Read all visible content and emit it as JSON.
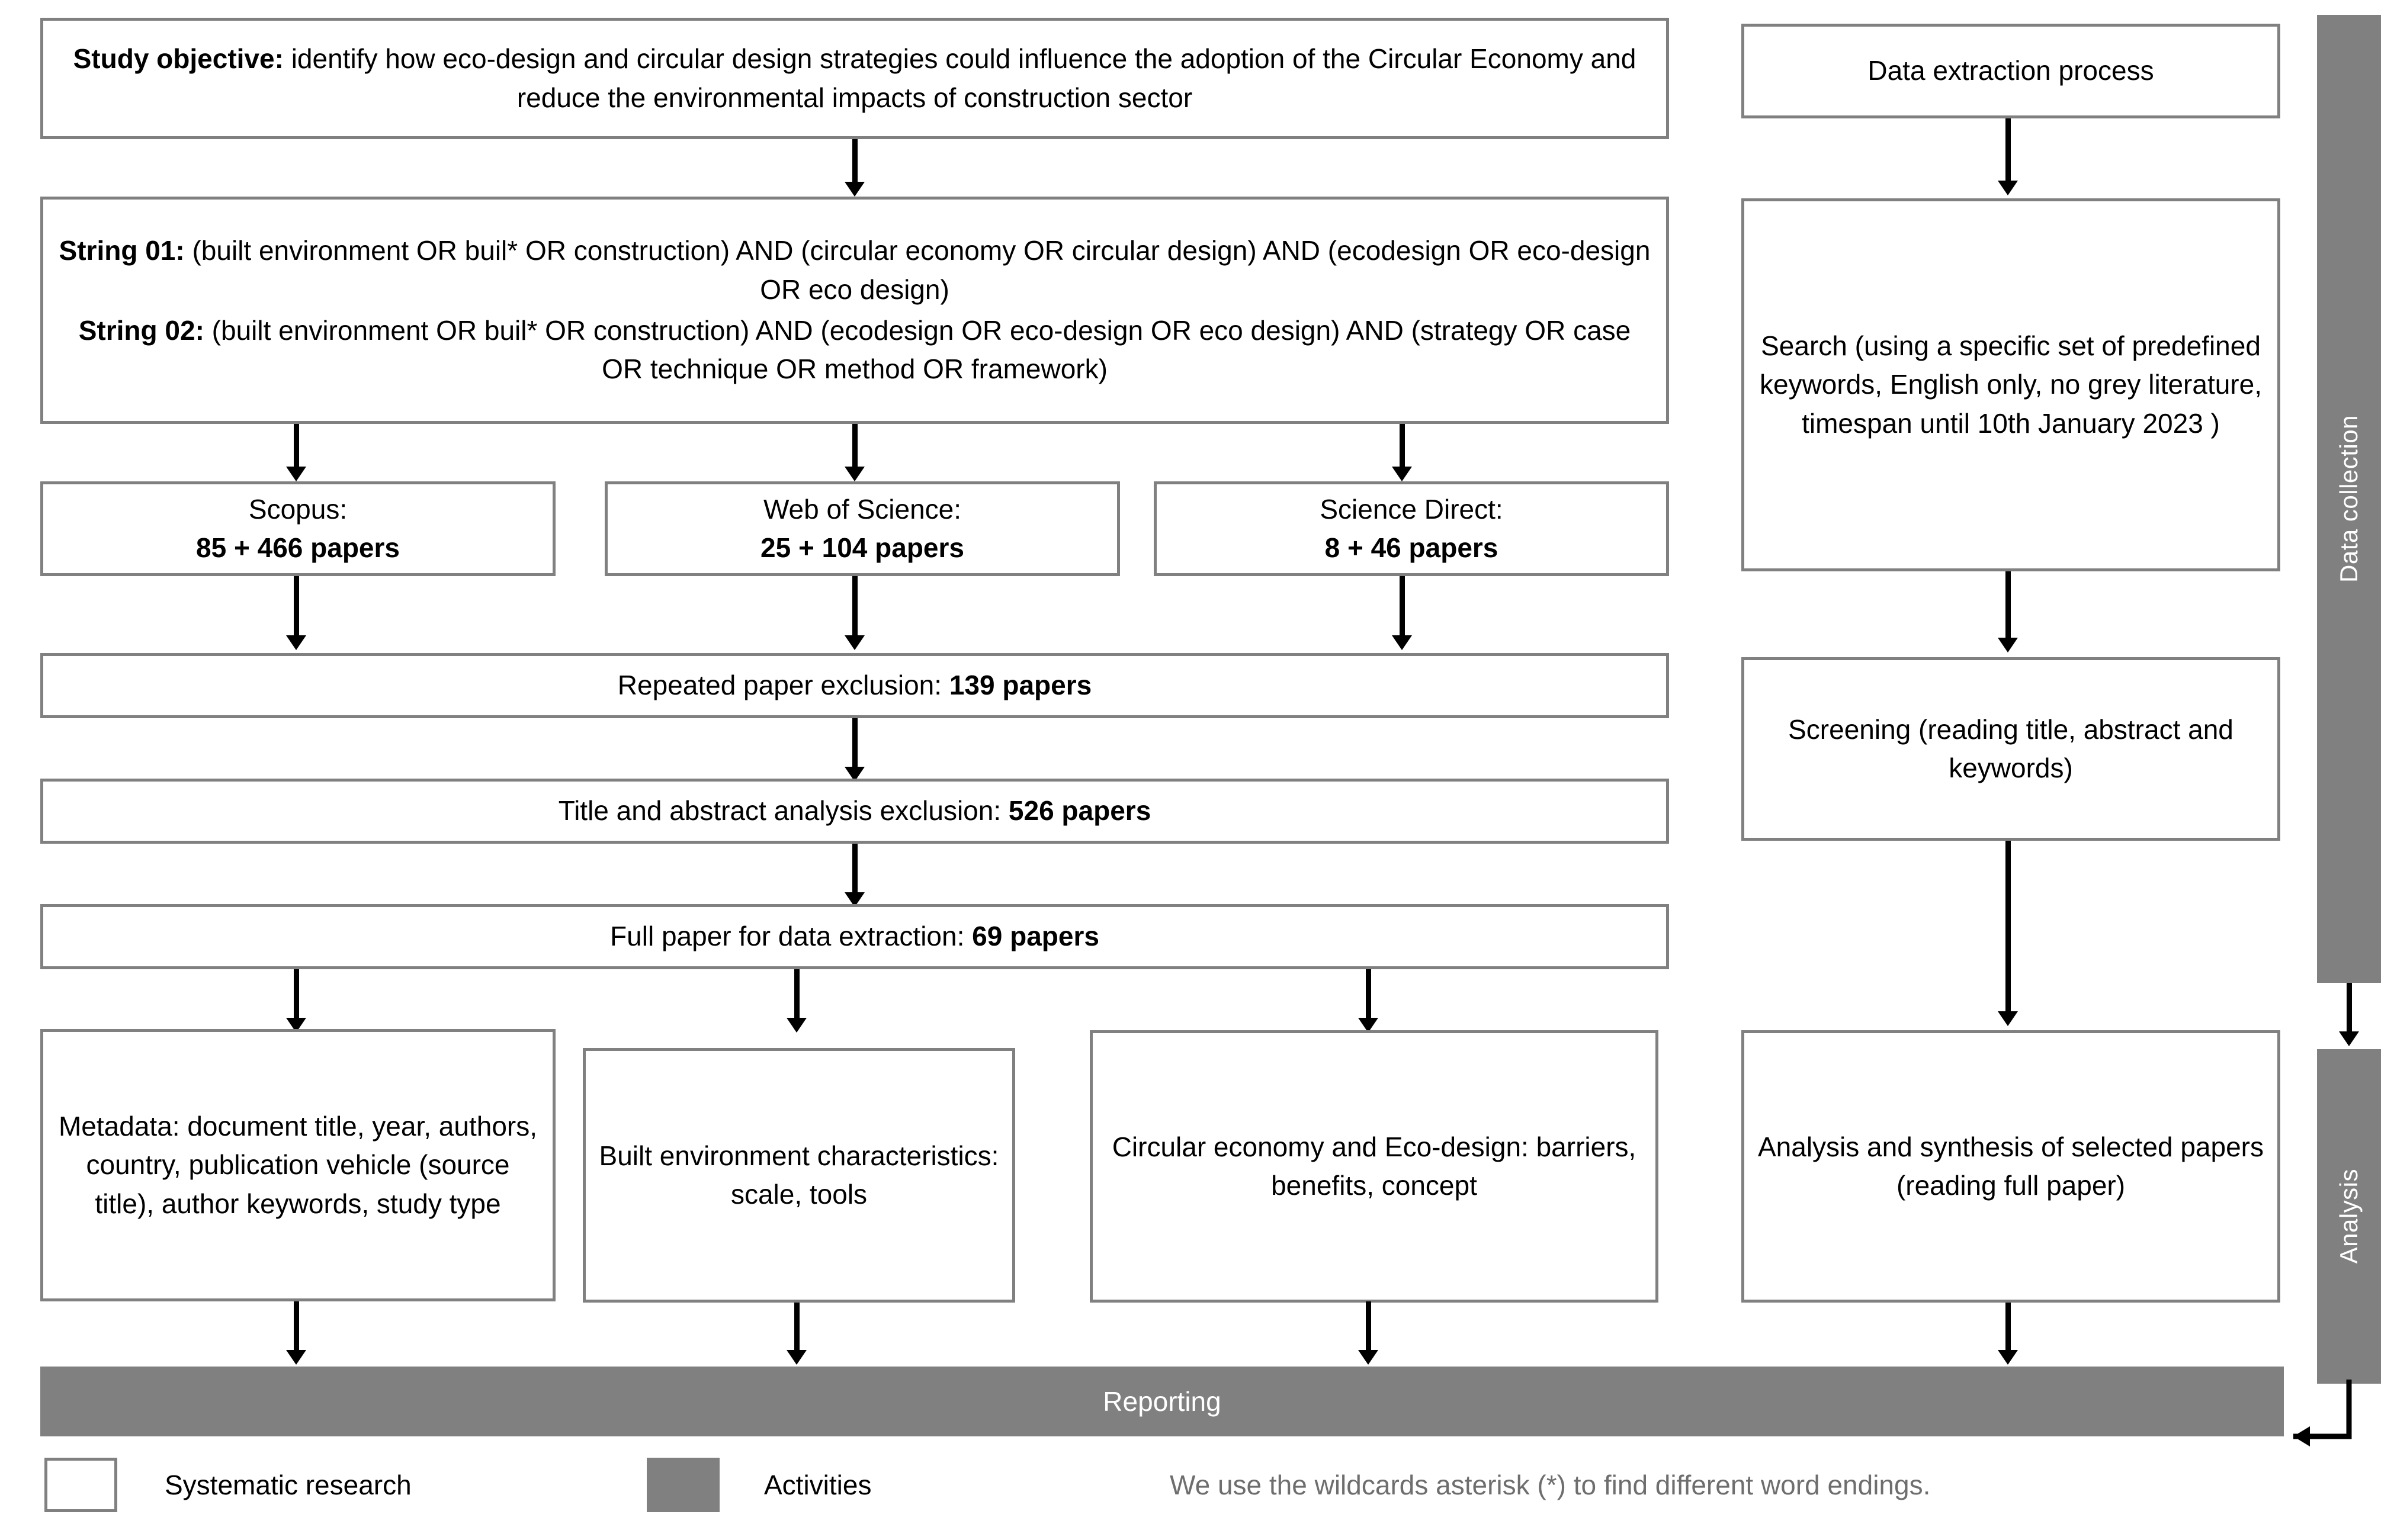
{
  "figure": {
    "type": "prisma-flow-diagram",
    "left_column": {
      "objective": {
        "label_bold": "Study objective:",
        "text": " identify how eco-design and circular design strategies could influence the adoption of the Circular Economy and reduce the environmental impacts of construction sector"
      },
      "strings": {
        "string01_label": "String 01:",
        "string01_text": " (built environment OR buil* OR construction) AND (circular economy OR circular design) AND (ecodesign OR eco-design OR eco design)",
        "string02_label": "String 02:",
        "string02_text": " (built environment OR buil* OR construction) AND (ecodesign OR eco-design OR eco design) AND (strategy OR case OR technique OR method OR framework)"
      },
      "databases": [
        {
          "name": "Scopus:",
          "count": "85 + 466 papers"
        },
        {
          "name": "Web of Science:",
          "count": "25 + 104 papers"
        },
        {
          "name": "Science Direct:",
          "count": "8 + 46 papers"
        }
      ],
      "filters": [
        {
          "text": "Repeated paper exclusion: ",
          "count": "139 papers"
        },
        {
          "text": "Title and abstract analysis exclusion: ",
          "count": "526 papers"
        },
        {
          "text": "Full paper for data extraction: ",
          "count": "69 papers"
        }
      ],
      "extraction_categories": [
        "Metadata: document title, year, authors, country, publication vehicle (source title), author keywords, study type",
        "Built environment characteristics: scale, tools",
        "Circular economy and Eco-design: barriers, benefits, concept"
      ]
    },
    "right_column": {
      "steps": [
        "Data extraction process",
        "Search (using a specific set of predefined keywords, English only, no grey literature, timespan until 10th January 2023 )",
        "Screening (reading title, abstract and keywords)",
        "Analysis and synthesis of selected papers (reading full paper)"
      ]
    },
    "phase_bands": [
      "Data collection",
      "Analysis"
    ],
    "reporting_band": "Reporting",
    "legend": [
      {
        "swatch": "open-box",
        "label": "Systematic research"
      },
      {
        "swatch": "filled-box",
        "label": "Activities"
      }
    ],
    "footnote": "We use the wildcards asterisk (*) to find different word endings.",
    "colors": {
      "border_grey": "#808080",
      "band_grey": "#808080",
      "arrow_black": "#000000",
      "note_grey": "#6e6e6e",
      "box_fill": "#ffffff"
    }
  }
}
